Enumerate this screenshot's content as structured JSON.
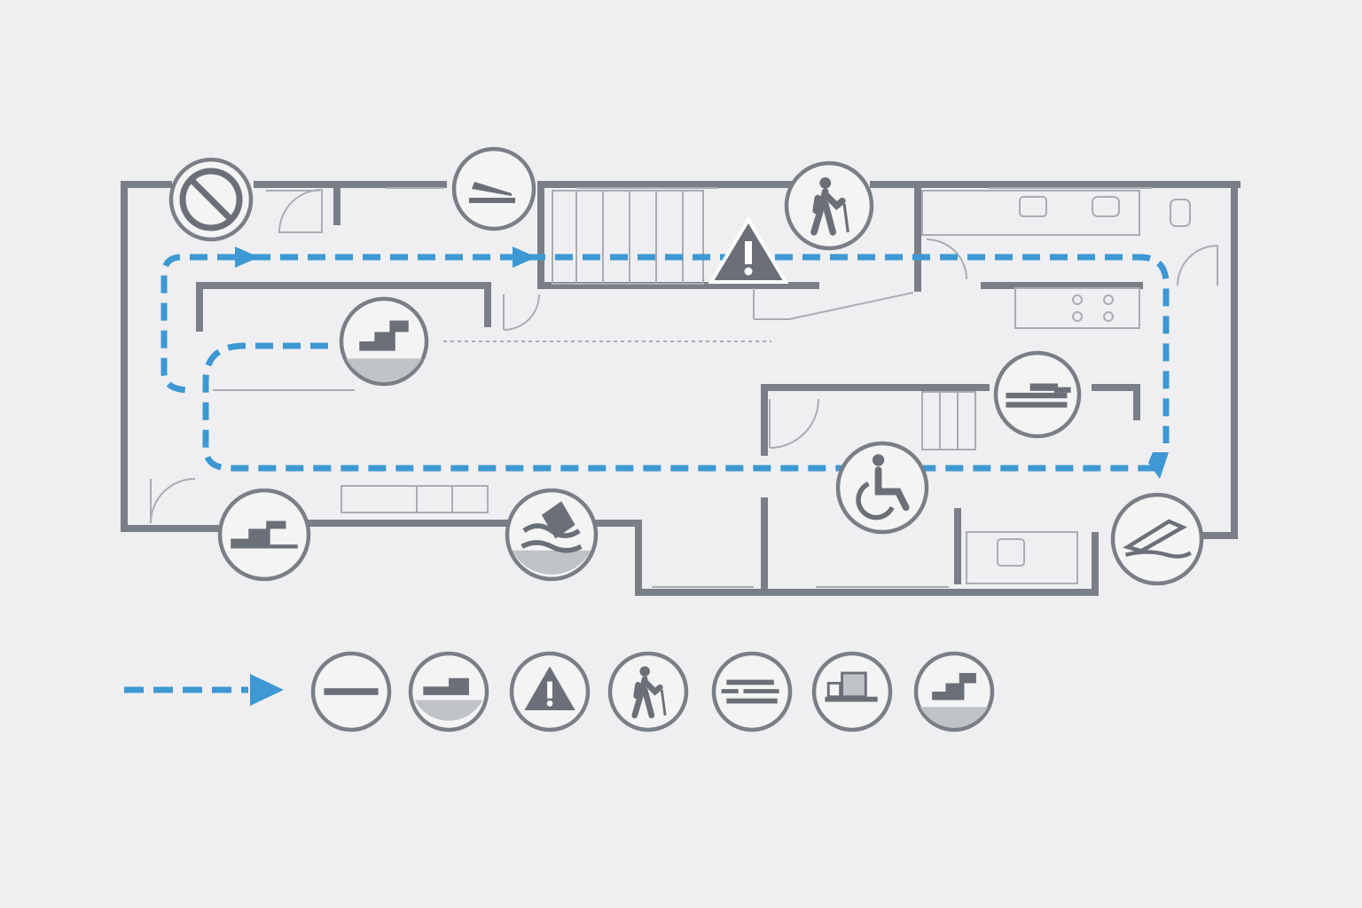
{
  "colors": {
    "background": "#efeff1",
    "wall": "#7a7f87",
    "wall_light": "#a9adb3",
    "route": "#3d98d3",
    "icon": "#6b7078",
    "icon_fill_light": "#bfc2c6",
    "badge_fill": "#f4f4f5"
  },
  "map_badges": [
    {
      "name": "no-entry-icon",
      "icon": "prohibited"
    },
    {
      "name": "ramp-icon",
      "icon": "ramp"
    },
    {
      "name": "walking-cane-icon",
      "icon": "walker"
    },
    {
      "name": "step-icon",
      "icon": "stairs-filled"
    },
    {
      "name": "raised-threshold-icon",
      "icon": "level-change"
    },
    {
      "name": "wheelchair-icon",
      "icon": "wheelchair"
    },
    {
      "name": "stairs-icon",
      "icon": "stairs"
    },
    {
      "name": "flood-hazard-icon",
      "icon": "flood"
    },
    {
      "name": "slope-icon",
      "icon": "slope"
    }
  ],
  "floating_warning": {
    "name": "warning-icon",
    "icon": "warning"
  },
  "legend": {
    "route_line": "accessible-route",
    "icons": [
      {
        "name": "flat-surface-icon",
        "icon": "flat"
      },
      {
        "name": "low-step-icon",
        "icon": "low-step"
      },
      {
        "name": "warning-icon",
        "icon": "warning"
      },
      {
        "name": "walking-cane-icon",
        "icon": "walker"
      },
      {
        "name": "uneven-layers-icon",
        "icon": "layers"
      },
      {
        "name": "raised-box-icon",
        "icon": "box"
      },
      {
        "name": "stairs-icon",
        "icon": "stairs-filled"
      }
    ]
  }
}
